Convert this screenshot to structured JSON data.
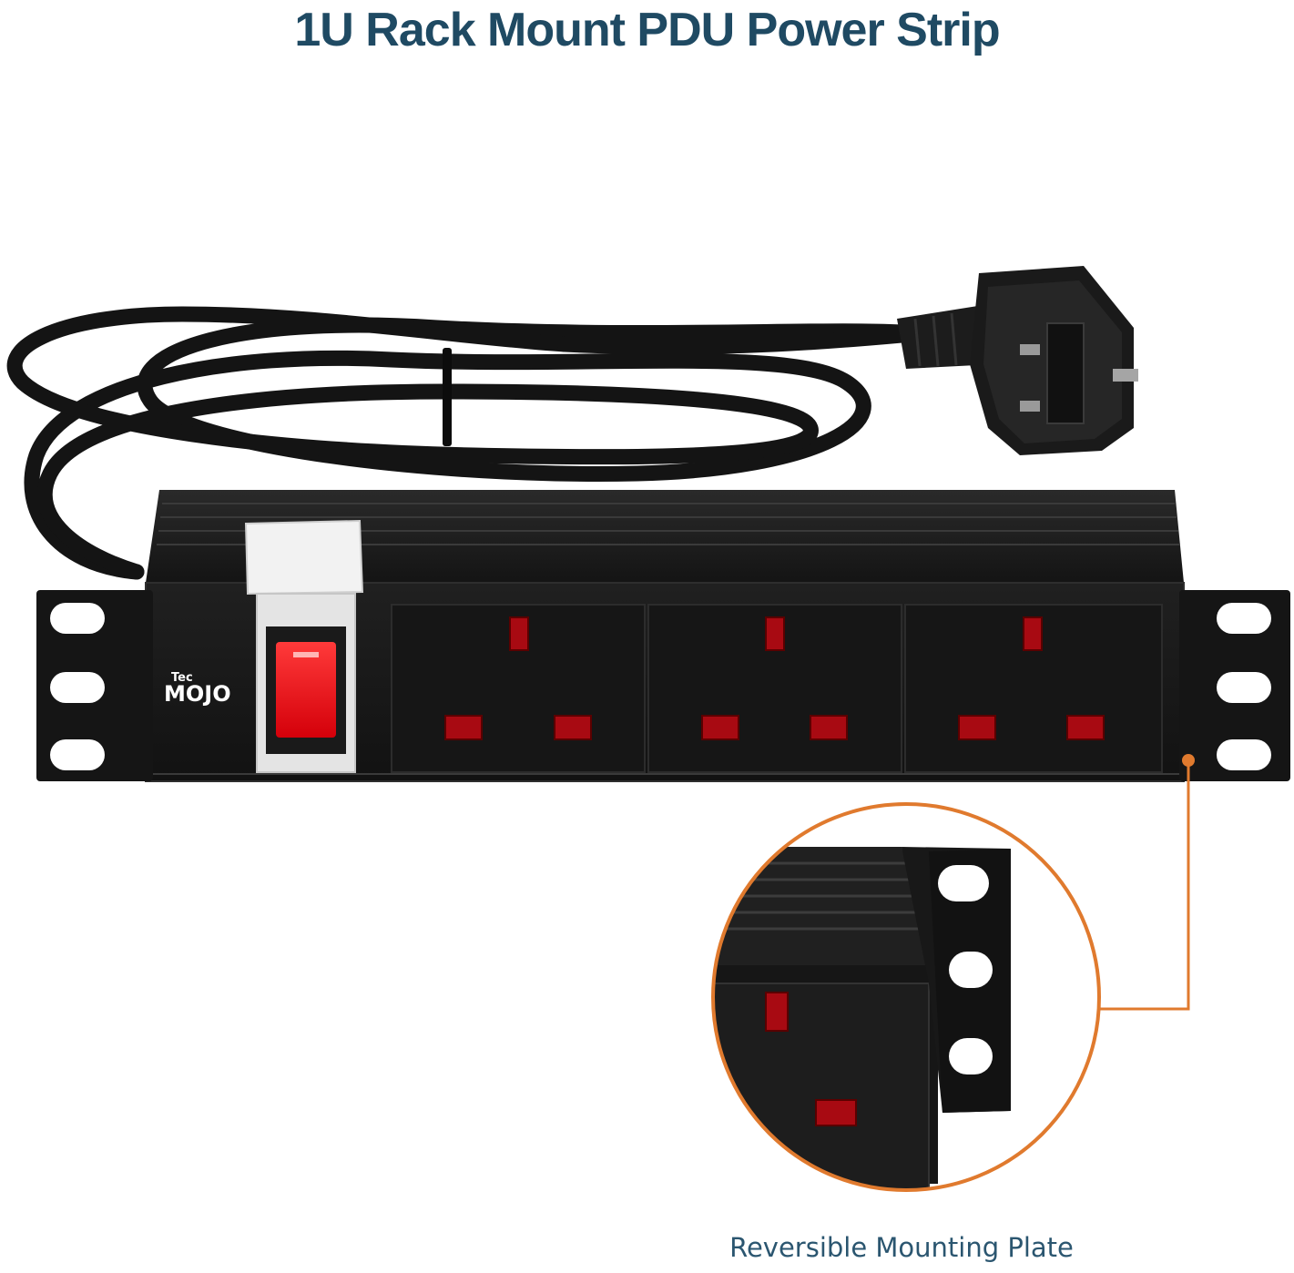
{
  "title": "1U Rack Mount PDU Power Strip",
  "brand": {
    "small": "Tec",
    "large": "MOJO"
  },
  "caption": "Reversible Mounting Plate",
  "colors": {
    "title": "#1f4a63",
    "caption": "#2b5670",
    "callout": "#e07a2e",
    "body": "#1b1b1b",
    "switch": "#e8101a",
    "pin_slot": "#a80a12"
  },
  "product": {
    "socket_count": 3,
    "socket_type": "UK 3-pin",
    "plug_type": "UK 3-pin plug",
    "switch": "illuminated rocker switch with clear cover"
  },
  "icons": {
    "switch": "rocker-switch-icon",
    "socket": "uk-socket-icon",
    "plug": "uk-plug-icon"
  }
}
